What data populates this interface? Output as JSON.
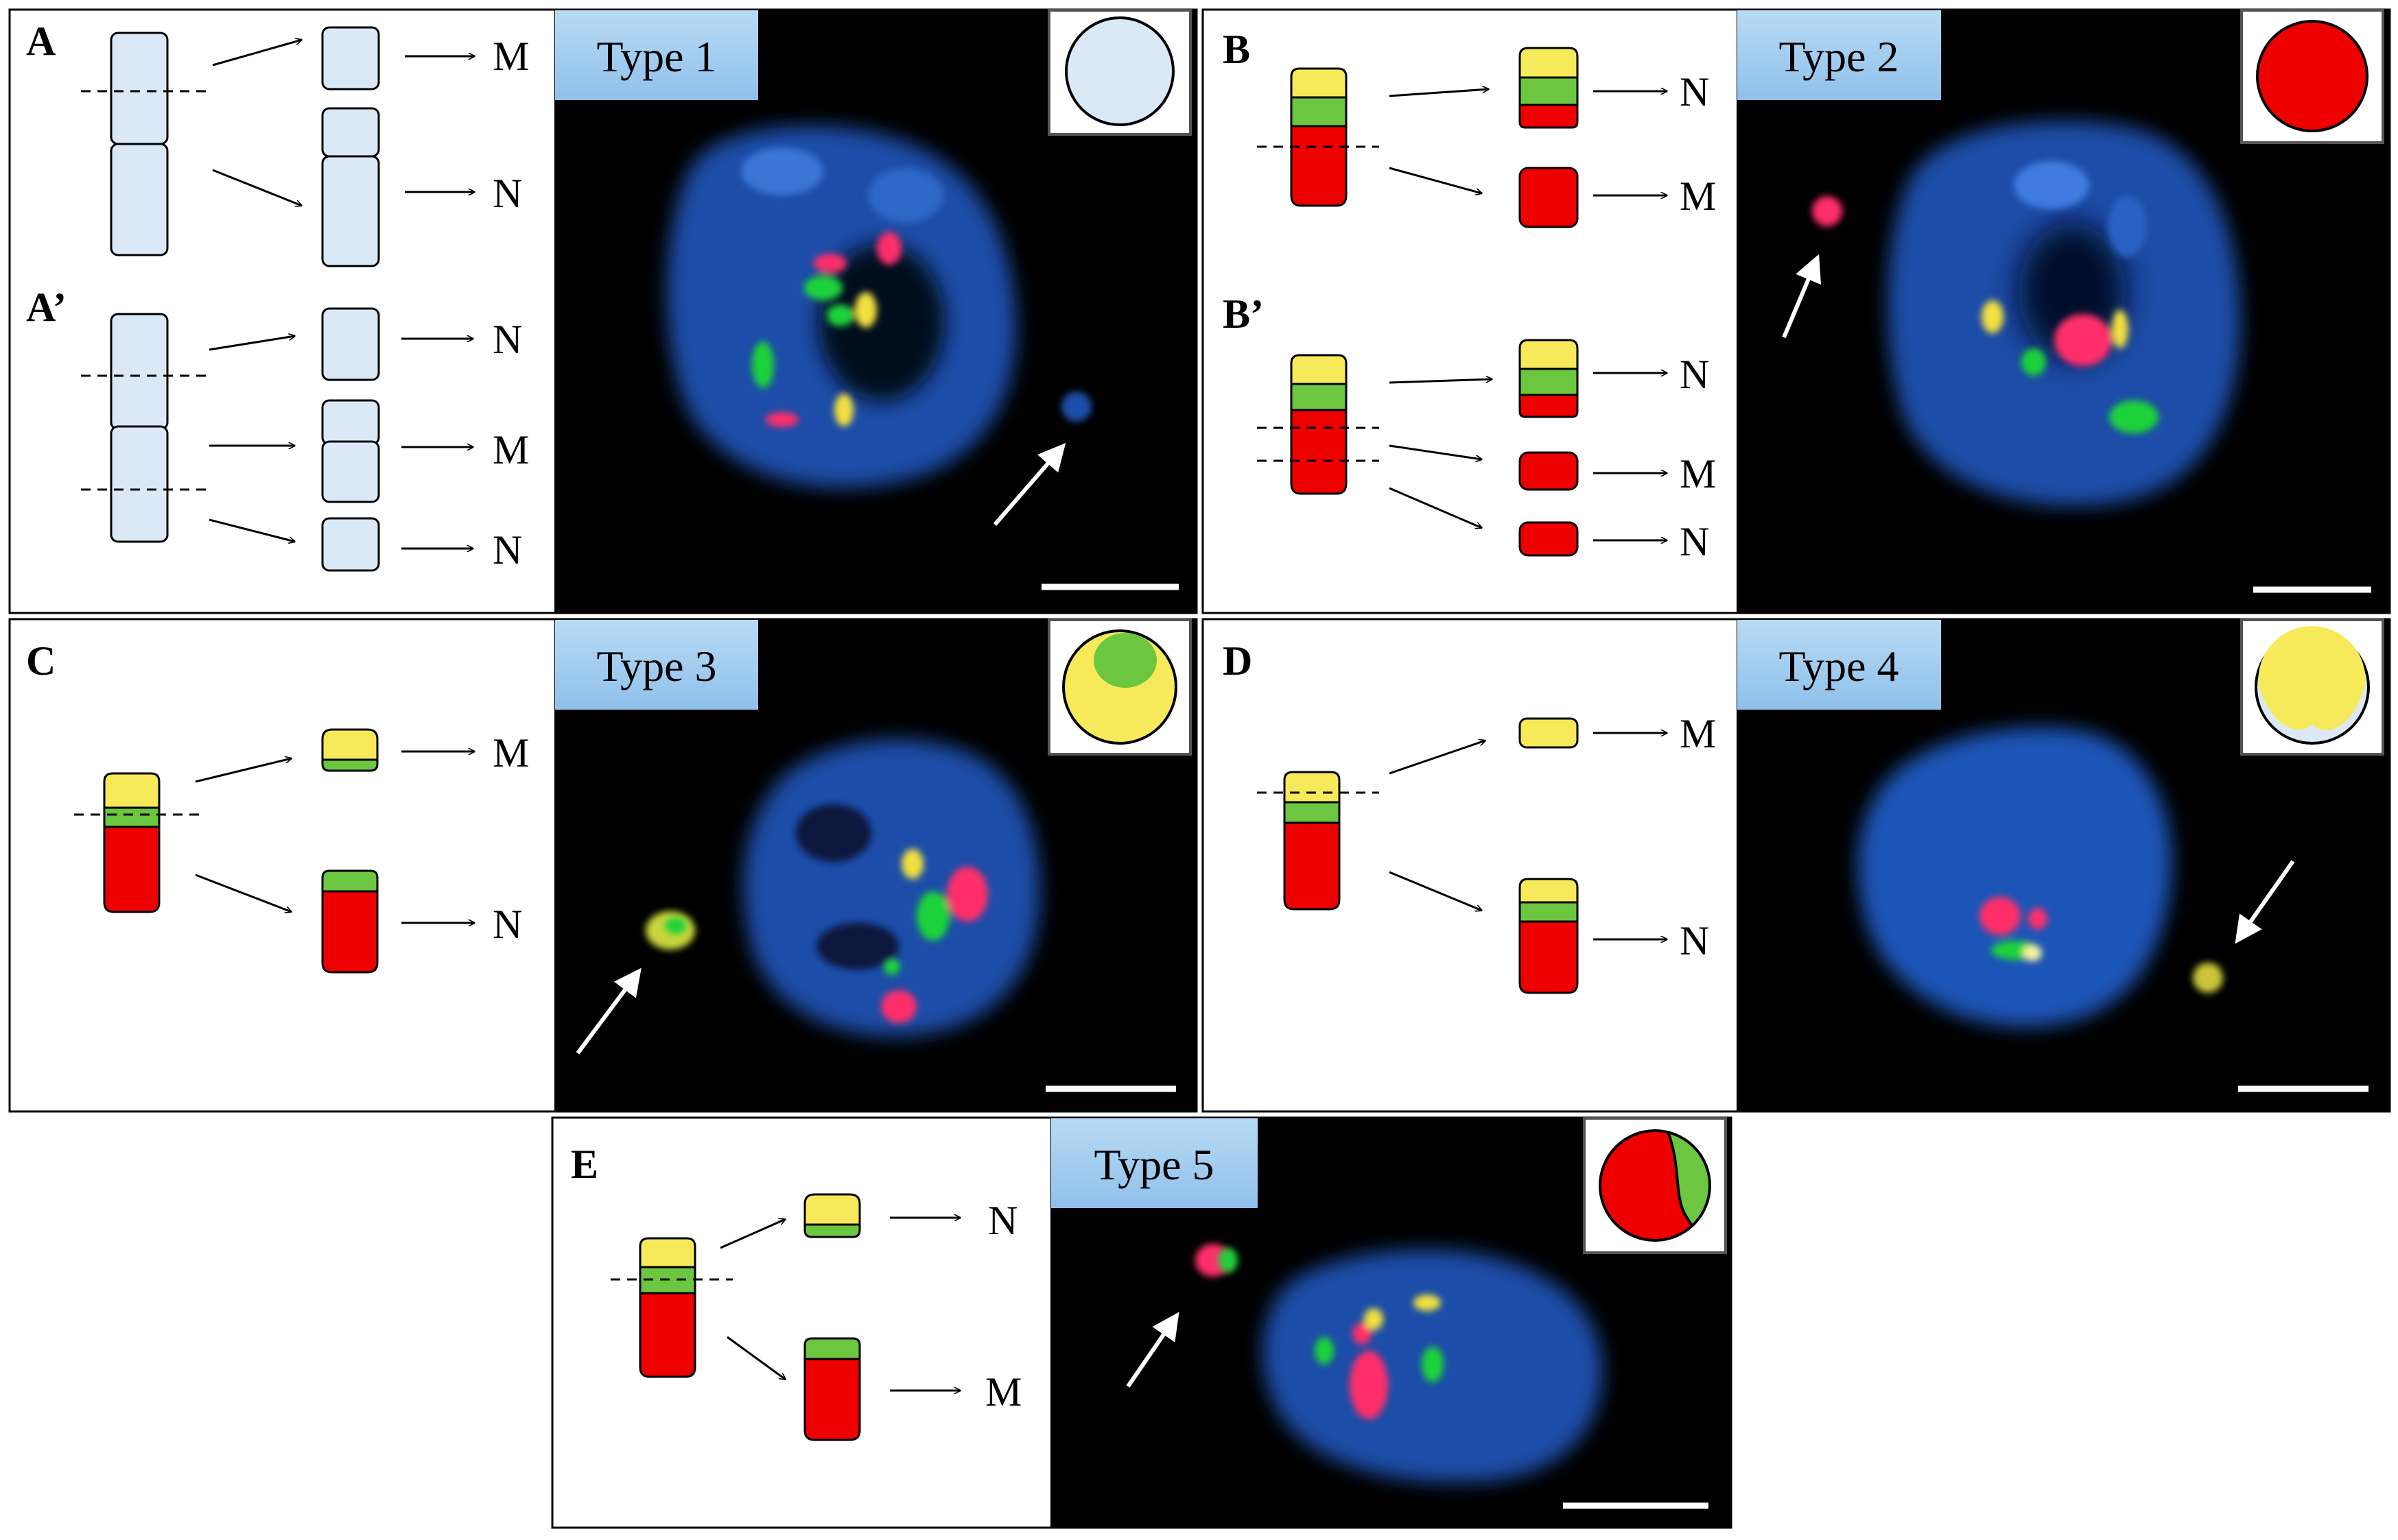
{
  "panels": [
    {
      "id": "A",
      "letter": "A",
      "sub_letter": "A’",
      "type_label": "Type 1",
      "diagram_labels": [
        "M",
        "N",
        "N",
        "M",
        "N"
      ],
      "inset": "type1"
    },
    {
      "id": "B",
      "letter": "B",
      "sub_letter": "B’",
      "type_label": "Type 2",
      "diagram_labels": [
        "N",
        "M",
        "N",
        "M",
        "N"
      ],
      "inset": "type2"
    },
    {
      "id": "C",
      "letter": "C",
      "type_label": "Type 3",
      "diagram_labels": [
        "M",
        "N"
      ],
      "inset": "type3"
    },
    {
      "id": "D",
      "letter": "D",
      "type_label": "Type 4",
      "diagram_labels": [
        "M",
        "N"
      ],
      "inset": "type4"
    },
    {
      "id": "E",
      "letter": "E",
      "type_label": "Type 5",
      "diagram_labels": [
        "N",
        "M"
      ],
      "inset": "type5"
    }
  ],
  "colors": {
    "chromosome_blue": "#dbe9f7",
    "chromosome_red": "#ee0000",
    "chromosome_yellow": "#f7ea5a",
    "chromosome_green": "#6cc640",
    "label_box": "#9fcbee",
    "micrograph_bg": "#000000",
    "nucleus": "#1c4da8",
    "signal_red": "#ff2f6a",
    "signal_green": "#1fd23a",
    "signal_yellow": "#f1e040"
  }
}
